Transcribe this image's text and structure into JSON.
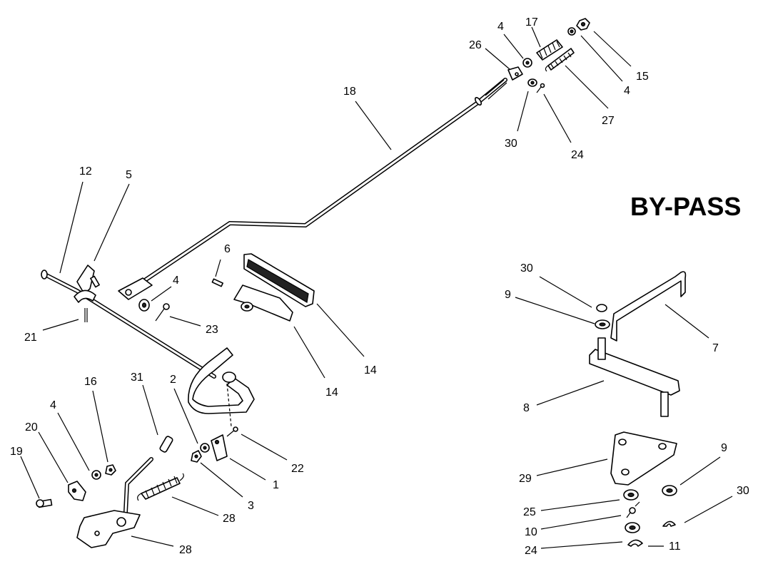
{
  "title": "BY-PASS",
  "callouts": [
    "1",
    "2",
    "3",
    "4",
    "4",
    "4",
    "4",
    "5",
    "6",
    "7",
    "8",
    "9",
    "9",
    "10",
    "11",
    "12",
    "14",
    "14",
    "15",
    "16",
    "17",
    "18",
    "19",
    "20",
    "21",
    "22",
    "23",
    "24",
    "24",
    "25",
    "26",
    "27",
    "28",
    "28",
    "29",
    "30",
    "30",
    "30",
    "31"
  ]
}
